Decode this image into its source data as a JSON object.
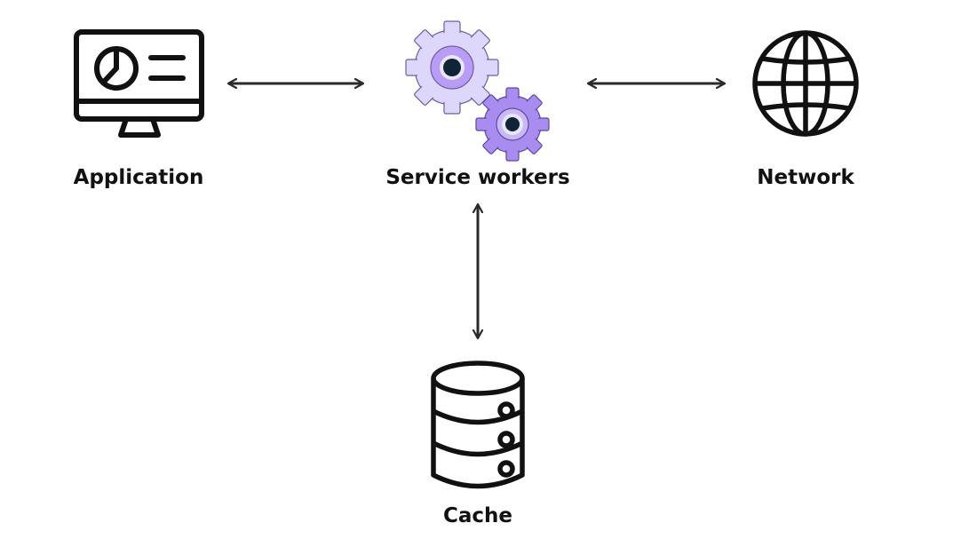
{
  "nodes": {
    "application": {
      "label": "Application",
      "icon": "monitor-dashboard-icon"
    },
    "service_workers": {
      "label": "Service workers",
      "icon": "gears-icon"
    },
    "network": {
      "label": "Network",
      "icon": "globe-icon"
    },
    "cache": {
      "label": "Cache",
      "icon": "database-icon"
    }
  },
  "edges": [
    {
      "from": "application",
      "to": "service_workers",
      "direction": "bidirectional"
    },
    {
      "from": "service_workers",
      "to": "network",
      "direction": "bidirectional"
    },
    {
      "from": "service_workers",
      "to": "cache",
      "direction": "bidirectional"
    }
  ],
  "colors": {
    "stroke": "#111111",
    "arrow": "#2a2a2a",
    "gear_large_fill": "#dcd7fb",
    "gear_small_fill": "#a98cf0",
    "gear_center_ring": "#b89cf5",
    "gear_core": "#0f2437"
  }
}
